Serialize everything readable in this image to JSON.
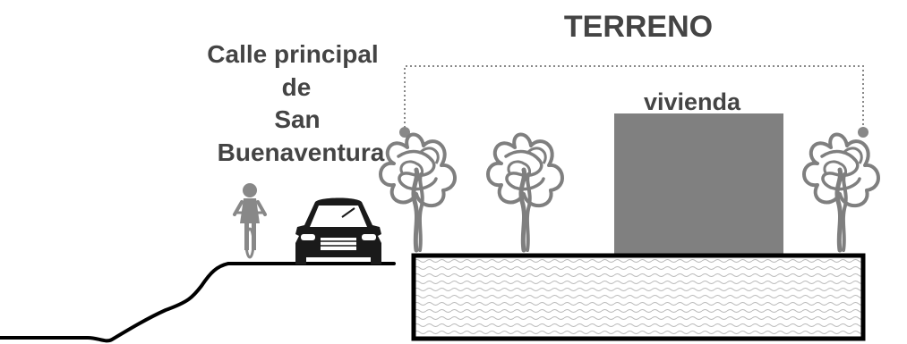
{
  "labels": {
    "terreno": "TERRENO",
    "street_lines": [
      "Calle principal",
      "de",
      "San",
      "Buenaventura"
    ],
    "vivienda": "vivienda"
  },
  "colors": {
    "text": "#444444",
    "house": "#808080",
    "tree": "#7f7f7f",
    "outline": "#000000",
    "car": "#1a1a1a",
    "cyclist": "#888888",
    "dotted_line": "#888888"
  },
  "icons": [
    "cyclist-icon",
    "car-icon",
    "tree-icon",
    "house-block",
    "soil-lot"
  ]
}
